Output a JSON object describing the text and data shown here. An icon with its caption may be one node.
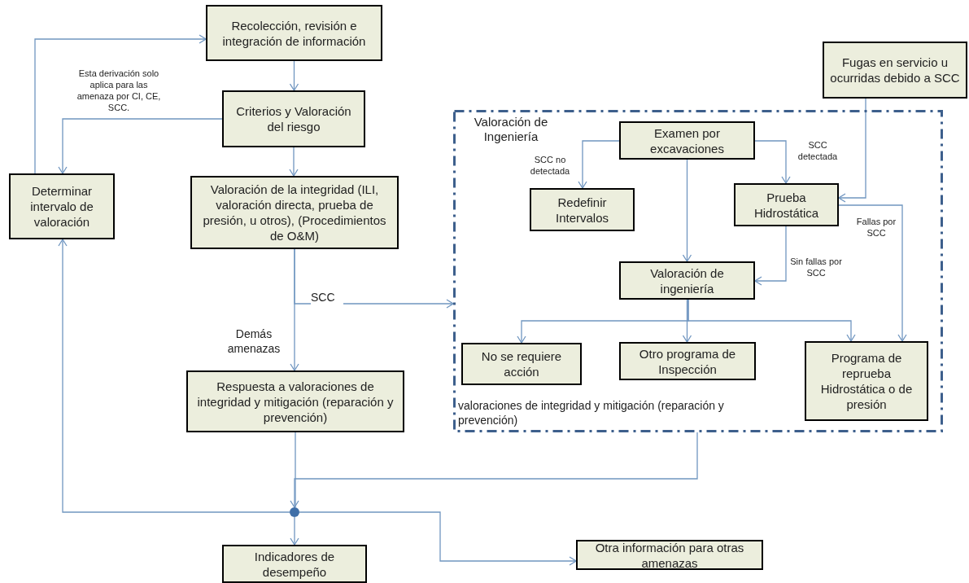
{
  "diagram": {
    "nodes": [
      {
        "text": [
          "Recolección, revisión e integración de información"
        ]
      },
      {
        "text": [
          "Criterios y Valoración del riesgo"
        ]
      },
      {
        "text": [
          "Determinar intervalo de valoración"
        ]
      },
      {
        "text": [
          "Valoración de la integridad (ILI, valoración directa, prueba de presión, u otros), (Procedimientos de O&M)"
        ]
      },
      {
        "text": [
          "Respuesta a valoraciones de integridad y mitigación (reparación y prevención)"
        ]
      },
      {
        "text": [],
        "shape": "circle"
      },
      {
        "text": [
          "Indicadores de desempeño"
        ]
      },
      {
        "text": [
          "Otra información para otras amenazas"
        ]
      },
      {
        "text": [
          "Valoración de Ingeniería",
          "valoraciones de integridad y mitigación (reparación y prevención)"
        ]
      },
      {
        "text": [
          "Fugas en servicio u ocurridas debido a SCC"
        ]
      },
      {
        "text": [
          "Examen por excavaciones"
        ],
        "in": 8
      },
      {
        "text": [
          "Redefinir Intervalos"
        ],
        "in": 8
      },
      {
        "text": [
          "Prueba Hidrostática"
        ],
        "in": 8
      },
      {
        "text": [
          "Valoración de ingeniería"
        ],
        "in": 8
      },
      {
        "text": [
          "No se requiere acción"
        ],
        "in": 8
      },
      {
        "text": [
          "Otro programa de Inspección"
        ],
        "in": 8
      },
      {
        "text": [
          "Programa de reprueba Hidrostática o de presión"
        ],
        "in": 8
      }
    ],
    "edges": [
      {
        "from": 2,
        "to": 0,
        "arrow": "to"
      },
      {
        "from": 0,
        "to": 1,
        "arrow": "to"
      },
      {
        "from": 1,
        "to": 2,
        "arrow": "to",
        "label": "Esta derivación solo aplica para las amenaza por CI, CE, SCC."
      },
      {
        "from": 1,
        "to": 3,
        "arrow": "to"
      },
      {
        "from": 3,
        "to": 8,
        "arrow": "to",
        "label": "SCC"
      },
      {
        "from": 3,
        "to": 4,
        "arrow": "to",
        "label": "Demás amenazas"
      },
      {
        "from": 4,
        "to": 5,
        "arrow": "none"
      },
      {
        "from": 8,
        "to": 5,
        "arrow": "to"
      },
      {
        "from": 5,
        "to": 2,
        "arrow": "to"
      },
      {
        "from": 5,
        "to": 6,
        "arrow": "to"
      },
      {
        "from": 5,
        "to": 7,
        "arrow": "to"
      },
      {
        "from": 9,
        "to": 12,
        "arrow": "to"
      },
      {
        "from": 10,
        "to": 11,
        "arrow": "to",
        "label": "SCC no detectada"
      },
      {
        "from": 10,
        "to": 12,
        "arrow": "to",
        "label": "SCC detectada"
      },
      {
        "from": 10,
        "to": 13,
        "arrow": "to"
      },
      {
        "from": 12,
        "to": 13,
        "arrow": "to",
        "label": "Sin fallas por SCC"
      },
      {
        "from": 12,
        "to": 16,
        "arrow": "to",
        "label": "Fallas por SCC"
      },
      {
        "from": 13,
        "to": 14,
        "arrow": "to"
      },
      {
        "from": 13,
        "to": 15,
        "arrow": "to"
      },
      {
        "from": 13,
        "to": 16,
        "arrow": "to"
      }
    ]
  }
}
